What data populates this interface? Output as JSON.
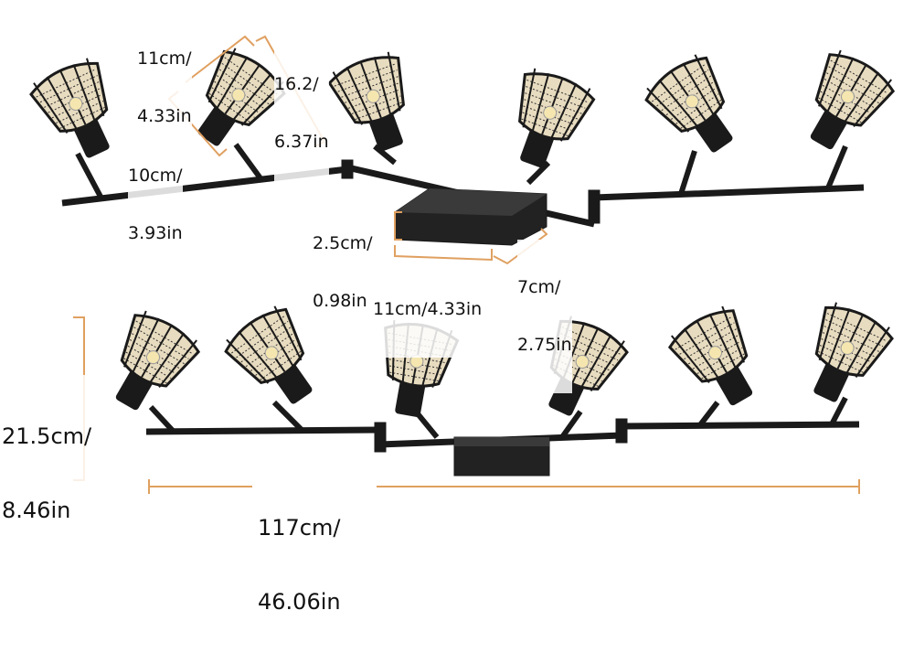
{
  "colors": {
    "fixture": "#1a1a1a",
    "rattan": "#e8dcc0",
    "dimension_line": "#e0a060"
  },
  "dimensions": {
    "shade_width": {
      "line1": "11cm/",
      "line2": "4.33in"
    },
    "shade_length": {
      "line1": "16.2/",
      "line2": "6.37in"
    },
    "shade_depth": {
      "line1": "10cm/",
      "line2": "3.93in"
    },
    "base_height": {
      "line1": "2.5cm/",
      "line2": "0.98in"
    },
    "base_length": {
      "line1": "11cm/4.33in"
    },
    "base_width": {
      "line1": "7cm/",
      "line2": "2.75in"
    },
    "total_height": {
      "line1": "21.5cm/",
      "line2": "8.46in"
    },
    "total_length": {
      "line1": "117cm/",
      "line2": "46.06in"
    }
  }
}
